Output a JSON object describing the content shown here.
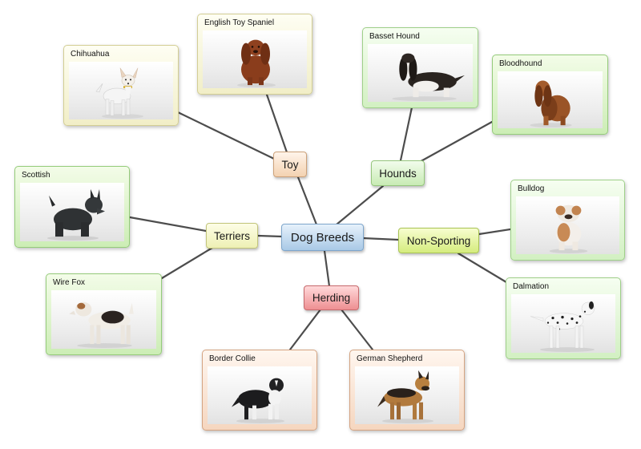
{
  "center": {
    "label": "Dog Breeds"
  },
  "groups": {
    "toy": "Toy",
    "hounds": "Hounds",
    "terriers": "Terriers",
    "non_sporting": "Non-Sporting",
    "herding": "Herding"
  },
  "breeds": {
    "chihuahua": "Chihuahua",
    "english_toy_spaniel": "English Toy Spaniel",
    "basset_hound": "Basset Hound",
    "bloodhound": "Bloodhound",
    "scottish": "Scottish",
    "wire_fox": "Wire Fox",
    "bulldog": "Bulldog",
    "dalmation": "Dalmation",
    "border_collie": "Border Collie",
    "german_shepherd": "German Shepherd"
  },
  "colors": {
    "center": "#a9c9e6",
    "toy": "#f3d2b1",
    "hounds": "#c8ebb4",
    "terriers": "#eef0b4",
    "non_sporting": "#d5ec7e",
    "herding": "#ee8f92",
    "connector": "#4d4d4d"
  }
}
